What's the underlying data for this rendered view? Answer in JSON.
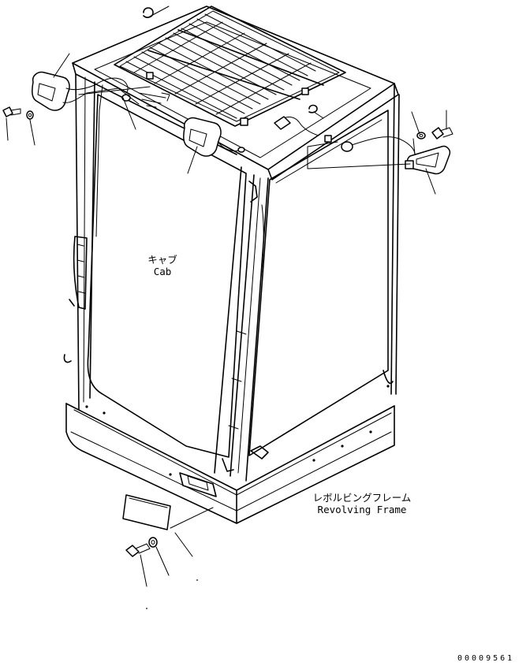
{
  "labels": {
    "cab_jp": "キャブ",
    "cab_en": "Cab",
    "frame_jp": "レボルビングフレーム",
    "frame_en": "Revolving Frame"
  },
  "drawing_code": "00009561"
}
